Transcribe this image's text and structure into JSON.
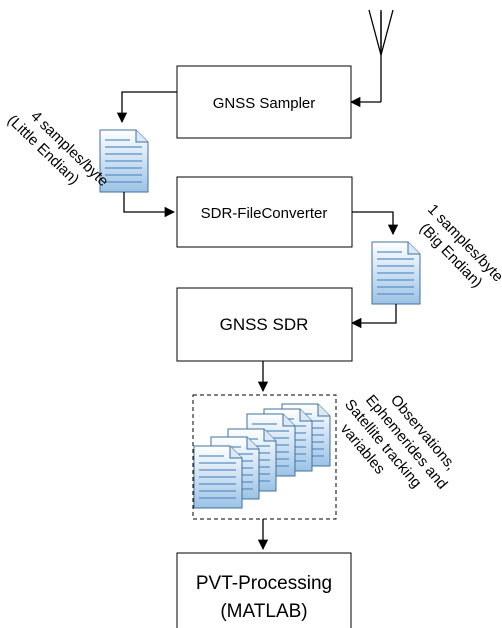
{
  "blocks": {
    "sampler": "GNSS Sampler",
    "converter": "SDR-FileConverter",
    "sdr": "GNSS SDR",
    "pvt_line1": "PVT-Processing",
    "pvt_line2": "(MATLAB)"
  },
  "labels": {
    "input_line1": "4 samples/byte",
    "input_line2": "(Little Endian)",
    "output_line1": "1 samples/byte",
    "output_line2": "(Big Endian)",
    "outputs_line1": "Observations,",
    "outputs_line2": "Ephemerides and",
    "outputs_line3": "Satellite tracking",
    "outputs_line4": "variables"
  },
  "icons": {
    "antenna": "antenna-icon",
    "file": "document-icon",
    "files": "document-stack-icon"
  },
  "colors": {
    "file_fill_top": "#ffffff",
    "file_fill_bottom": "#9cc3e6",
    "file_stroke": "#41719c",
    "file_lines": "#5b8fc7",
    "line": "#000000"
  }
}
